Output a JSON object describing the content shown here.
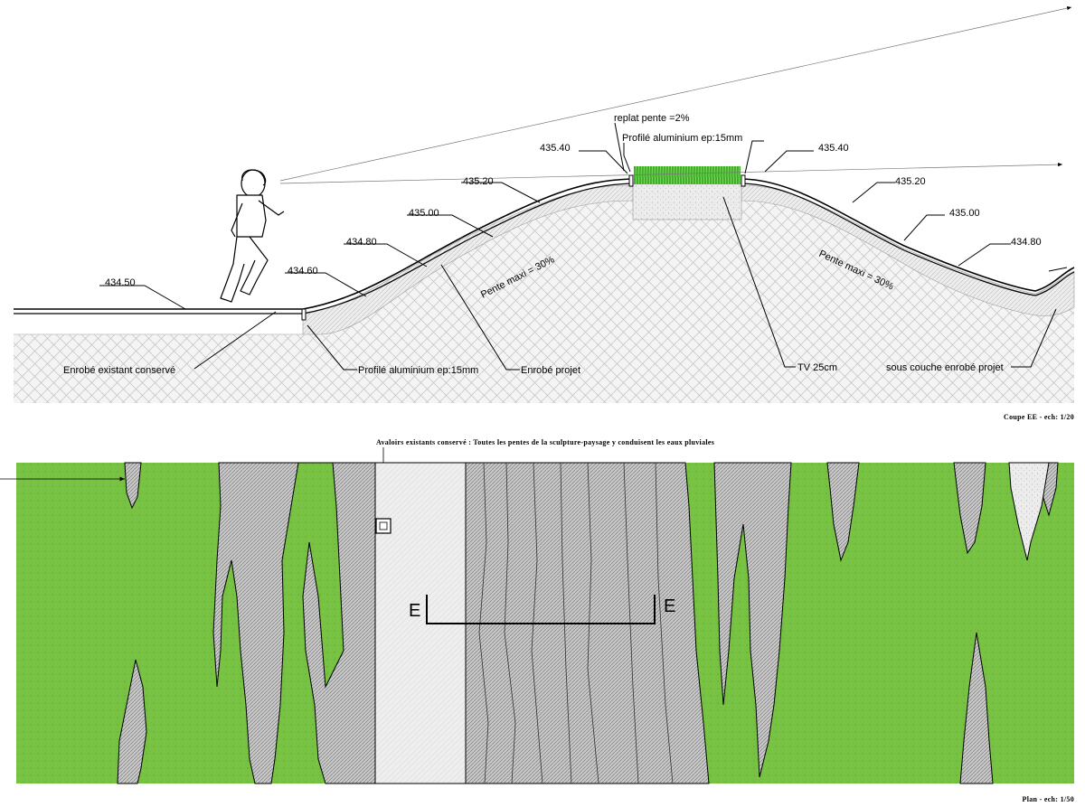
{
  "section": {
    "elevations": {
      "e434_50": "434.50",
      "e434_60": "434.60",
      "e434_80_left": "434.80",
      "e435_00_left": "435.00",
      "e435_20_left": "435.20",
      "e435_40_left": "435.40",
      "e435_40_right": "435.40",
      "e435_20_right": "435.20",
      "e435_00_right": "435.00",
      "e434_80_right": "434.80"
    },
    "notes": {
      "replat": "replat pente =2%",
      "profile_top": "Profilé aluminium ep:15mm",
      "profile_bottom": "Profilé aluminium ep:15mm",
      "slope_left": "Pente maxi = 30%",
      "slope_right": "Pente maxi = 30%",
      "enrobe_existant": "Enrobé existant conservé",
      "enrobe_projet": "Enrobé projet",
      "tv": "TV 25cm",
      "sous_couche": "sous couche enrobé projet"
    },
    "caption": "Coupe EE - ech: 1/20"
  },
  "plan": {
    "heading": "Avaloirs existants conservé : Toutes les pentes de la sculpture-paysage y conduisent les eaux pluviales",
    "section_mark_left": "E",
    "section_mark_right": "E",
    "caption": "Plan - ech: 1/50"
  },
  "colors": {
    "grass": "#77c143",
    "concrete": "#c9c9c9",
    "gravel": "#e9e9e9"
  }
}
